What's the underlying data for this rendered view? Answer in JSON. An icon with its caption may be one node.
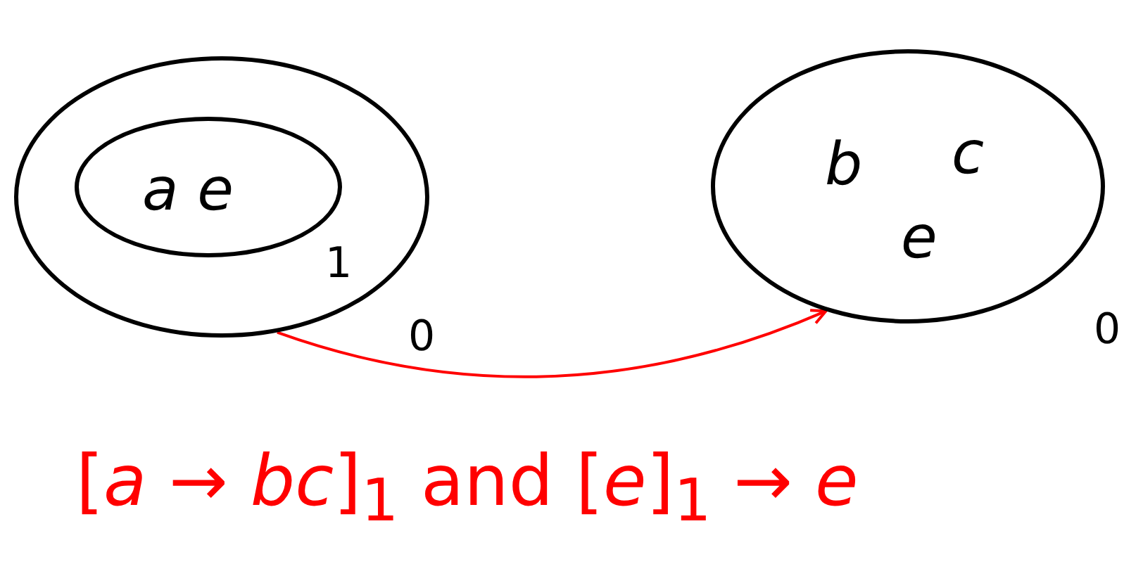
{
  "diagram": {
    "nodes": [
      {
        "text": [],
        "shape": "circle",
        "beside": [
          "0"
        ]
      },
      {
        "text": [
          "a e"
        ],
        "in": 0,
        "beside": [
          "1"
        ]
      },
      {
        "text": [
          "b",
          "c",
          "e"
        ],
        "beside": [
          "0"
        ]
      }
    ],
    "edges": [
      {
        "from": 0,
        "to": 2,
        "arrow": "to",
        "color": "#ff0000",
        "label": "[*a* → *bc*]$_{1}$ and [*e*]$_{1}$ → *e*"
      }
    ]
  }
}
